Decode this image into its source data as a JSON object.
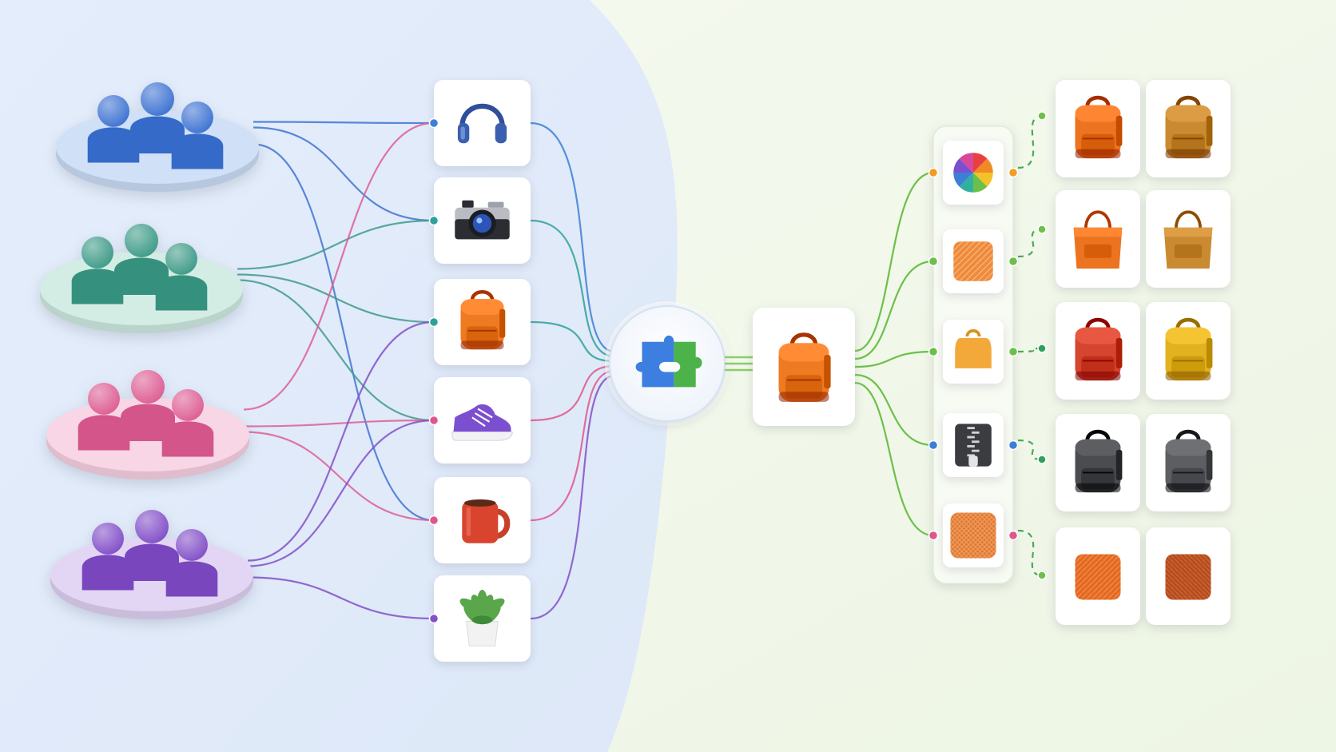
{
  "diagram": {
    "background": {
      "left_panel": "#e6effb",
      "right_panel": "#f1f7ea"
    },
    "user_groups": [
      {
        "id": "group-blue",
        "color": "#3f74d2",
        "disk": "#cfe0f7"
      },
      {
        "id": "group-teal",
        "color": "#3f9b88",
        "disk": "#d3ece4"
      },
      {
        "id": "group-pink",
        "color": "#dd5f94",
        "disk": "#f8d6e5"
      },
      {
        "id": "group-purple",
        "color": "#8350c8",
        "disk": "#e2d6f4"
      }
    ],
    "products": [
      {
        "id": "headphones",
        "icon": "headphones-icon"
      },
      {
        "id": "camera",
        "icon": "camera-icon"
      },
      {
        "id": "backpack",
        "icon": "backpack-icon"
      },
      {
        "id": "sneaker",
        "icon": "sneaker-icon"
      },
      {
        "id": "mug",
        "icon": "mug-icon"
      },
      {
        "id": "plant",
        "icon": "plant-icon"
      }
    ],
    "hub": {
      "icon": "puzzle-icon",
      "colors": [
        "#3c7fe0",
        "#4bb34a"
      ]
    },
    "selected_item": {
      "icon": "backpack-icon",
      "color": "#ee7a22"
    },
    "attributes": [
      {
        "id": "color",
        "icon": "color-wheel-icon"
      },
      {
        "id": "texture",
        "icon": "texture-swatch-icon"
      },
      {
        "id": "shape",
        "icon": "bag-shape-icon"
      },
      {
        "id": "closure",
        "icon": "zipper-icon"
      },
      {
        "id": "material",
        "icon": "fabric-swatch-icon"
      }
    ],
    "results": [
      {
        "attribute": "color",
        "items": [
          {
            "icon": "backpack-icon",
            "color": "#ec7320"
          },
          {
            "icon": "backpack-icon",
            "color": "#c98a32"
          }
        ]
      },
      {
        "attribute": "texture",
        "items": [
          {
            "icon": "tote-bag-icon",
            "color": "#ec7320"
          },
          {
            "icon": "tote-bag-icon",
            "color": "#c98a32"
          }
        ]
      },
      {
        "attribute": "shape",
        "items": [
          {
            "icon": "backpack-icon",
            "color": "#d6452f"
          },
          {
            "icon": "backpack-icon",
            "color": "#e3b221"
          }
        ]
      },
      {
        "attribute": "closure",
        "items": [
          {
            "icon": "backpack-icon",
            "color": "#4a4c50"
          },
          {
            "icon": "backpack-icon",
            "color": "#5c5e62"
          }
        ]
      },
      {
        "attribute": "material",
        "items": [
          {
            "icon": "fabric-swatch-icon",
            "color": "#e06a22"
          },
          {
            "icon": "fabric-swatch-icon",
            "color": "#b84e1f"
          }
        ]
      }
    ],
    "connections": [
      {
        "group": 0,
        "product": 0
      },
      {
        "group": 0,
        "product": 1
      },
      {
        "group": 0,
        "product": 4
      },
      {
        "group": 1,
        "product": 1
      },
      {
        "group": 1,
        "product": 2
      },
      {
        "group": 1,
        "product": 3
      },
      {
        "group": 2,
        "product": 0
      },
      {
        "group": 2,
        "product": 3
      },
      {
        "group": 2,
        "product": 4
      },
      {
        "group": 3,
        "product": 2
      },
      {
        "group": 3,
        "product": 3
      },
      {
        "group": 3,
        "product": 5
      }
    ],
    "accents": {
      "green_line": "#6cc04a",
      "orange_dot": "#f29b25",
      "blue_dot": "#3b7fd6",
      "pink_dot": "#e0568c"
    }
  }
}
